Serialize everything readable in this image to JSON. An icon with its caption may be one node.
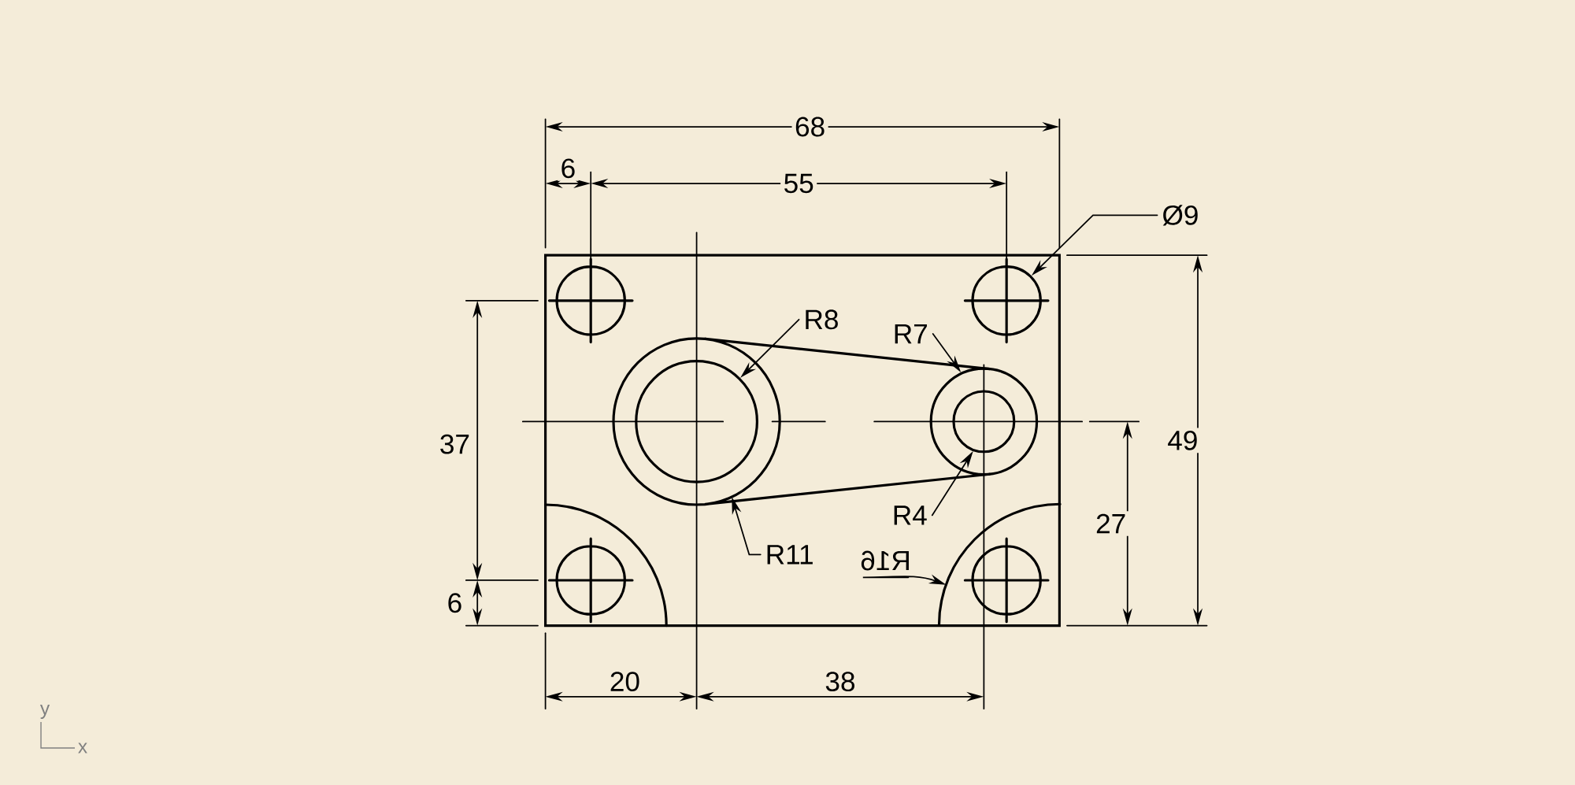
{
  "diagram": {
    "nodes": [
      {
        "text": [
          "Ø9"
        ]
      },
      {
        "text": [
          "R8"
        ]
      },
      {
        "text": [
          "R7"
        ]
      },
      {
        "text": [
          "R4"
        ]
      },
      {
        "text": [
          "R11"
        ]
      },
      {
        "text": [
          "R16"
        ]
      },
      {
        "text": [],
        "shape": "circle"
      },
      {
        "text": [],
        "shape": "picture"
      },
      {
        "text": [],
        "shape": "circle",
        "in": 7
      },
      {
        "text": [],
        "shape": "circle"
      },
      {
        "text": [],
        "shape": "circle",
        "in": 9
      },
      {
        "text": [],
        "shape": "arc"
      }
    ],
    "edges": [
      {
        "from": 0,
        "to": 6,
        "arrow": "to"
      },
      {
        "from": 1,
        "to": 8,
        "arrow": "to"
      },
      {
        "from": 2,
        "to": 9,
        "arrow": "to"
      },
      {
        "from": 3,
        "to": 10,
        "arrow": "to"
      },
      {
        "from": 4,
        "to": 7,
        "arrow": "to"
      },
      {
        "from": 5,
        "to": 11,
        "arrow": "to"
      }
    ],
    "labels": [
      "68",
      "6",
      "55",
      "37",
      "49",
      "27",
      "6",
      "20",
      "38",
      "y",
      "x"
    ]
  }
}
